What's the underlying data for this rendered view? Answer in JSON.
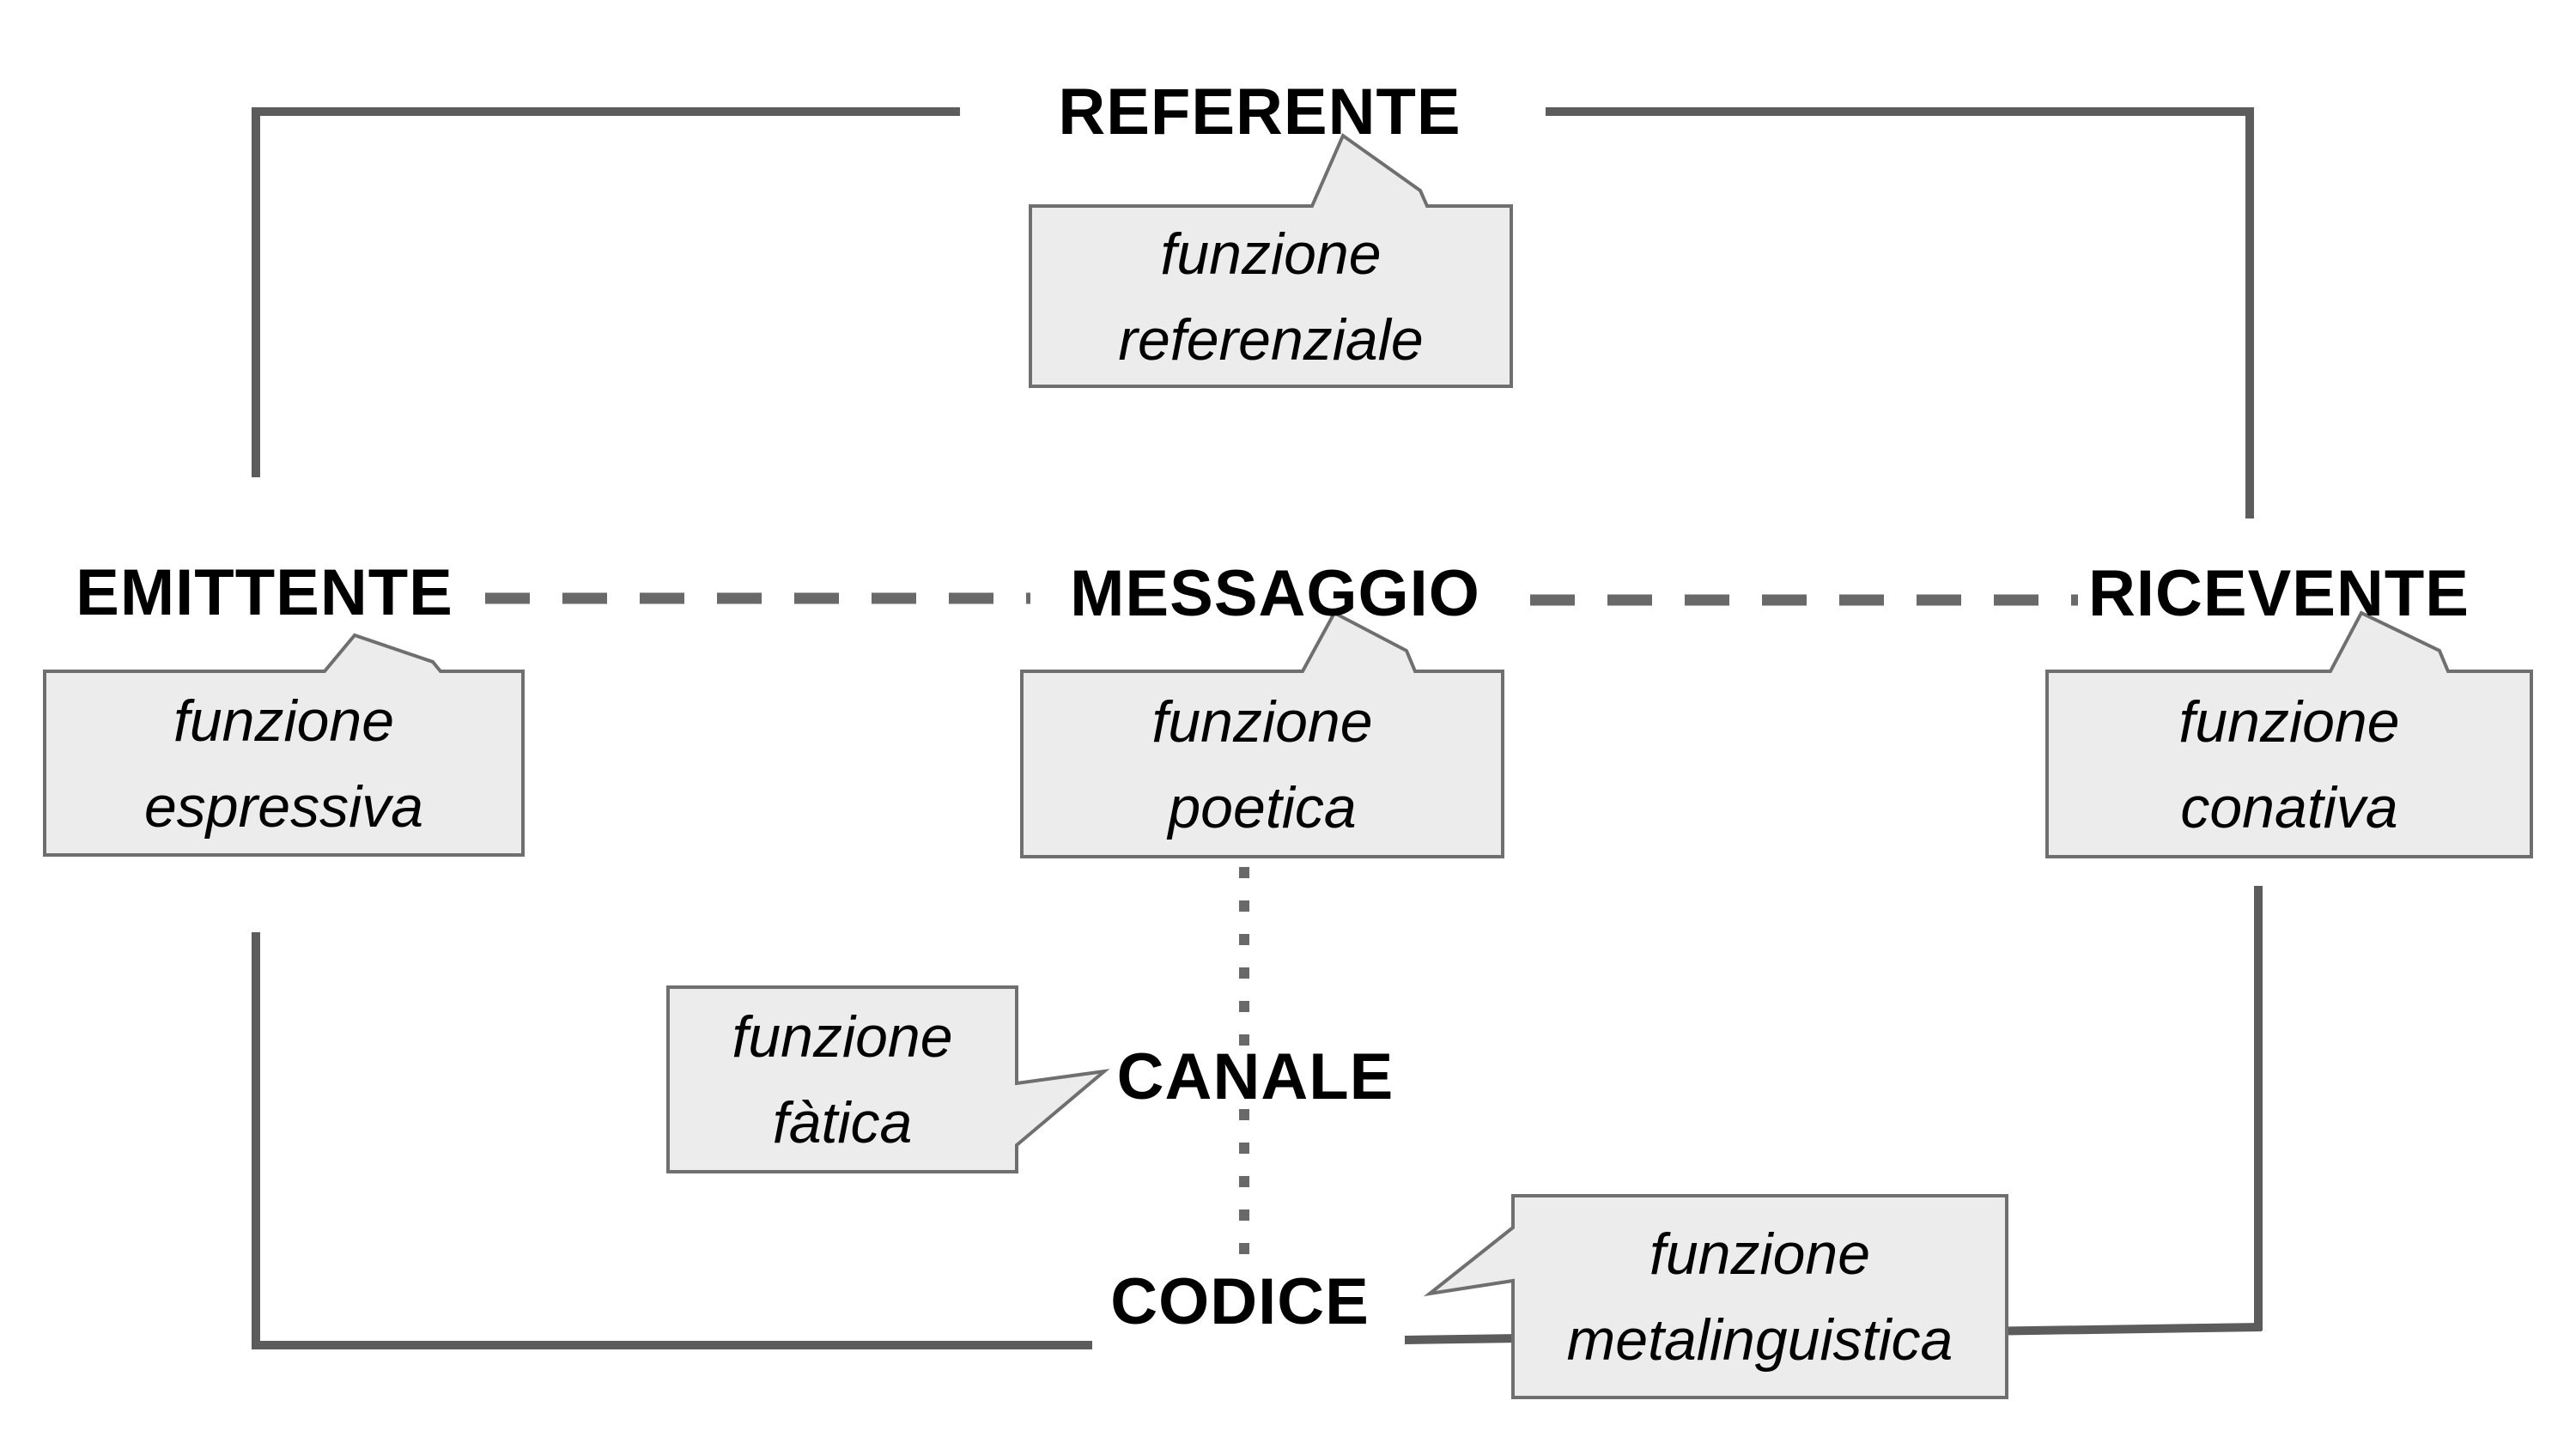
{
  "diagram": {
    "model_language": "it",
    "nodes": [
      {
        "id": "referente",
        "label": "REFERENTE"
      },
      {
        "id": "emittente",
        "label": "EMITTENTE"
      },
      {
        "id": "messaggio",
        "label": "MESSAGGIO"
      },
      {
        "id": "ricevente",
        "label": "RICEVENTE"
      },
      {
        "id": "canale",
        "label": "CANALE"
      },
      {
        "id": "codice",
        "label": "CODICE"
      }
    ],
    "callouts": [
      {
        "id": "referenziale",
        "target": "referente",
        "line1": "funzione",
        "line2": "referenziale"
      },
      {
        "id": "espressiva",
        "target": "emittente",
        "line1": "funzione",
        "line2": "espressiva"
      },
      {
        "id": "poetica",
        "target": "messaggio",
        "line1": "funzione",
        "line2": "poetica"
      },
      {
        "id": "conativa",
        "target": "ricevente",
        "line1": "funzione",
        "line2": "conativa"
      },
      {
        "id": "fatica",
        "target": "canale",
        "line1": "funzione",
        "line2": "fàtica"
      },
      {
        "id": "metalinguistica",
        "target": "codice",
        "line1": "funzione",
        "line2": "metalinguistica"
      }
    ],
    "colors": {
      "background": "#ffffff",
      "solid_line": "#5c5c5c",
      "dashed_line": "#696969",
      "dotted_line": "#696969",
      "callout_fill": "#ececec",
      "callout_border": "#6f6f6f",
      "text": "#000000"
    }
  }
}
